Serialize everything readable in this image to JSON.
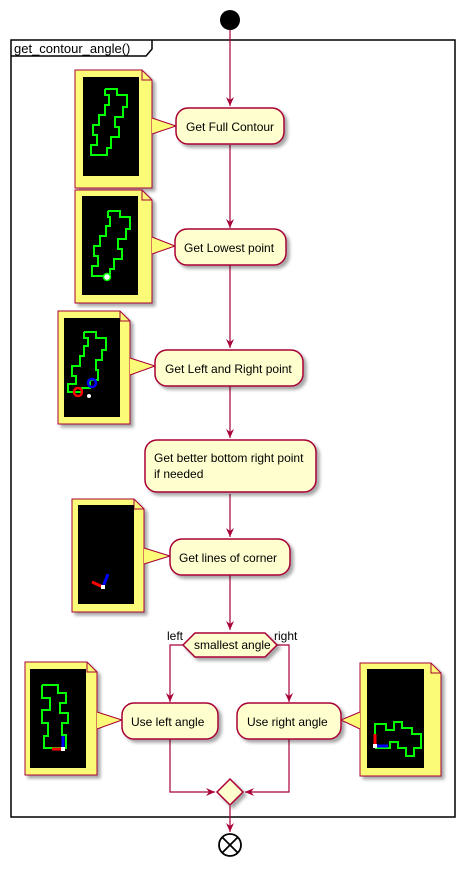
{
  "diagram": {
    "frame_title": "get_contour_angle()",
    "activities": [
      {
        "id": "full_contour",
        "lines": [
          "Get Full Contour"
        ]
      },
      {
        "id": "lowest_point",
        "lines": [
          "Get Lowest point"
        ]
      },
      {
        "id": "left_right",
        "lines": [
          "Get Left and Right point"
        ]
      },
      {
        "id": "better_point",
        "lines": [
          "Get better bottom right point",
          "if needed"
        ]
      },
      {
        "id": "corner_lines",
        "lines": [
          "Get lines of corner"
        ]
      },
      {
        "id": "use_left",
        "lines": [
          "Use left angle"
        ]
      },
      {
        "id": "use_right",
        "lines": [
          "Use right angle"
        ]
      }
    ],
    "decision": {
      "label": "smallest angle",
      "left_branch": "left",
      "right_branch": "right"
    },
    "colors": {
      "activity_fill": "#FEFECE",
      "activity_border": "#A80036",
      "arrow": "#A80036",
      "note_fill": "#FBFB77",
      "contour": "#00FF00",
      "line_left": "#FF0000",
      "line_right": "#0000FF"
    }
  }
}
